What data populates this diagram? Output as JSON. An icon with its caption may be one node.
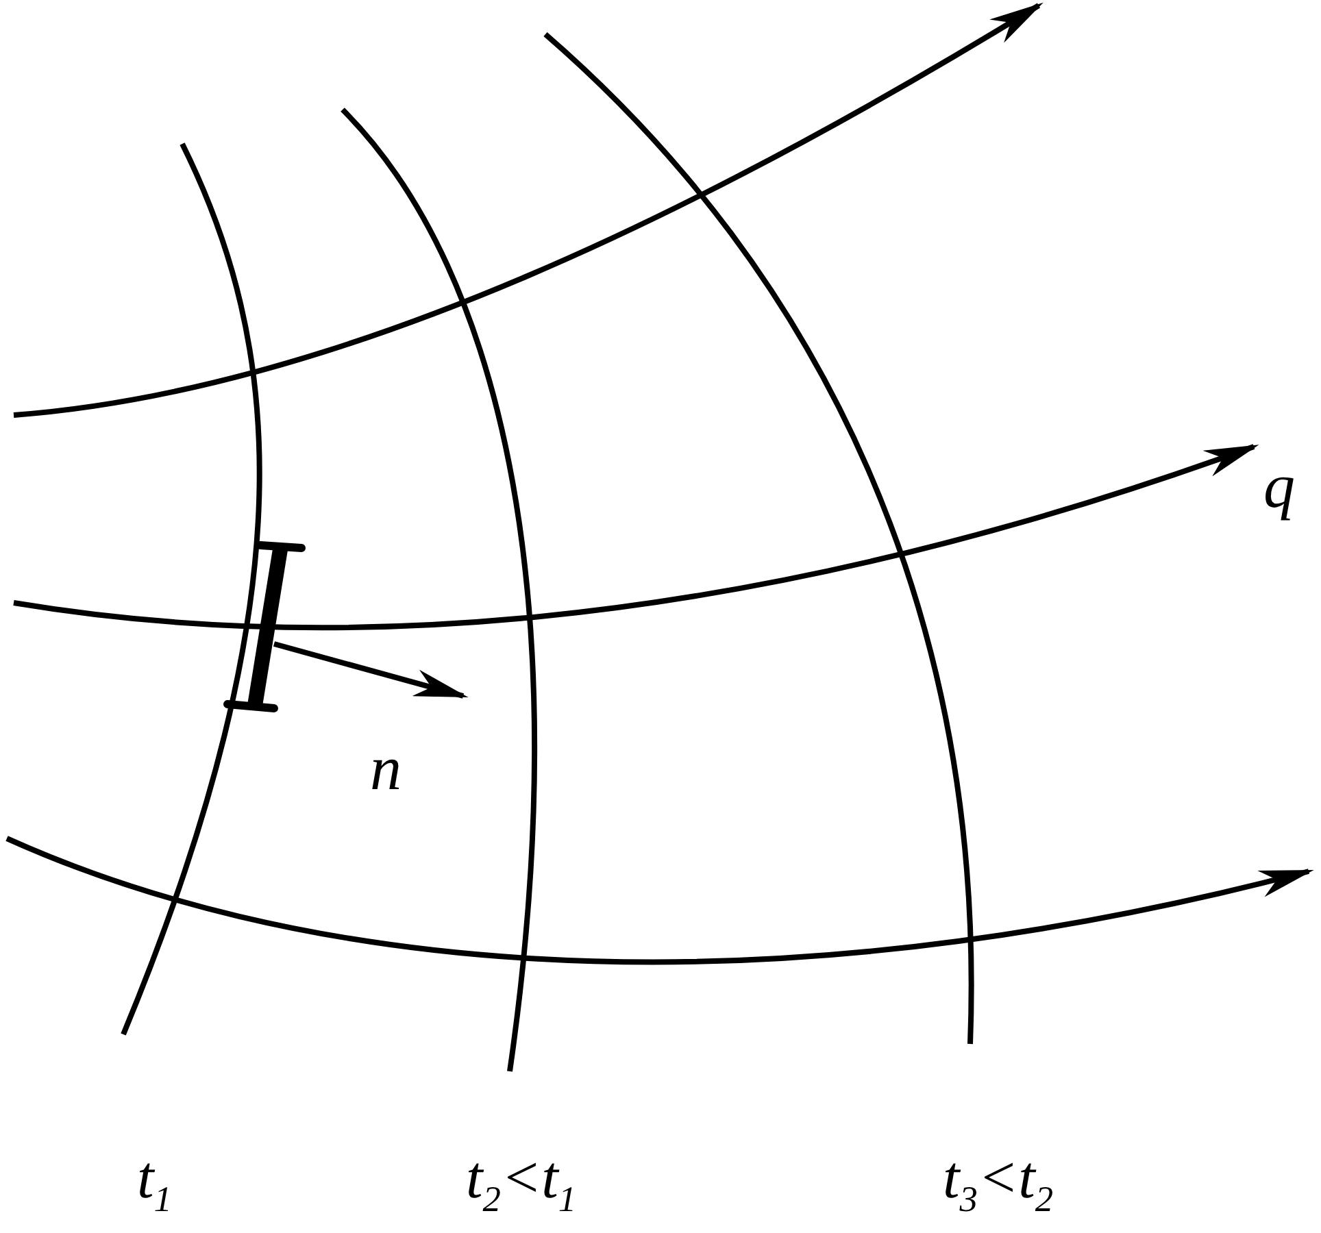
{
  "diagram": {
    "labels": [
      "q",
      "n",
      "t$_{1}$",
      "t$_{2}$<t$_{1}$",
      "t$_{3}$<t$_{2}$"
    ]
  }
}
